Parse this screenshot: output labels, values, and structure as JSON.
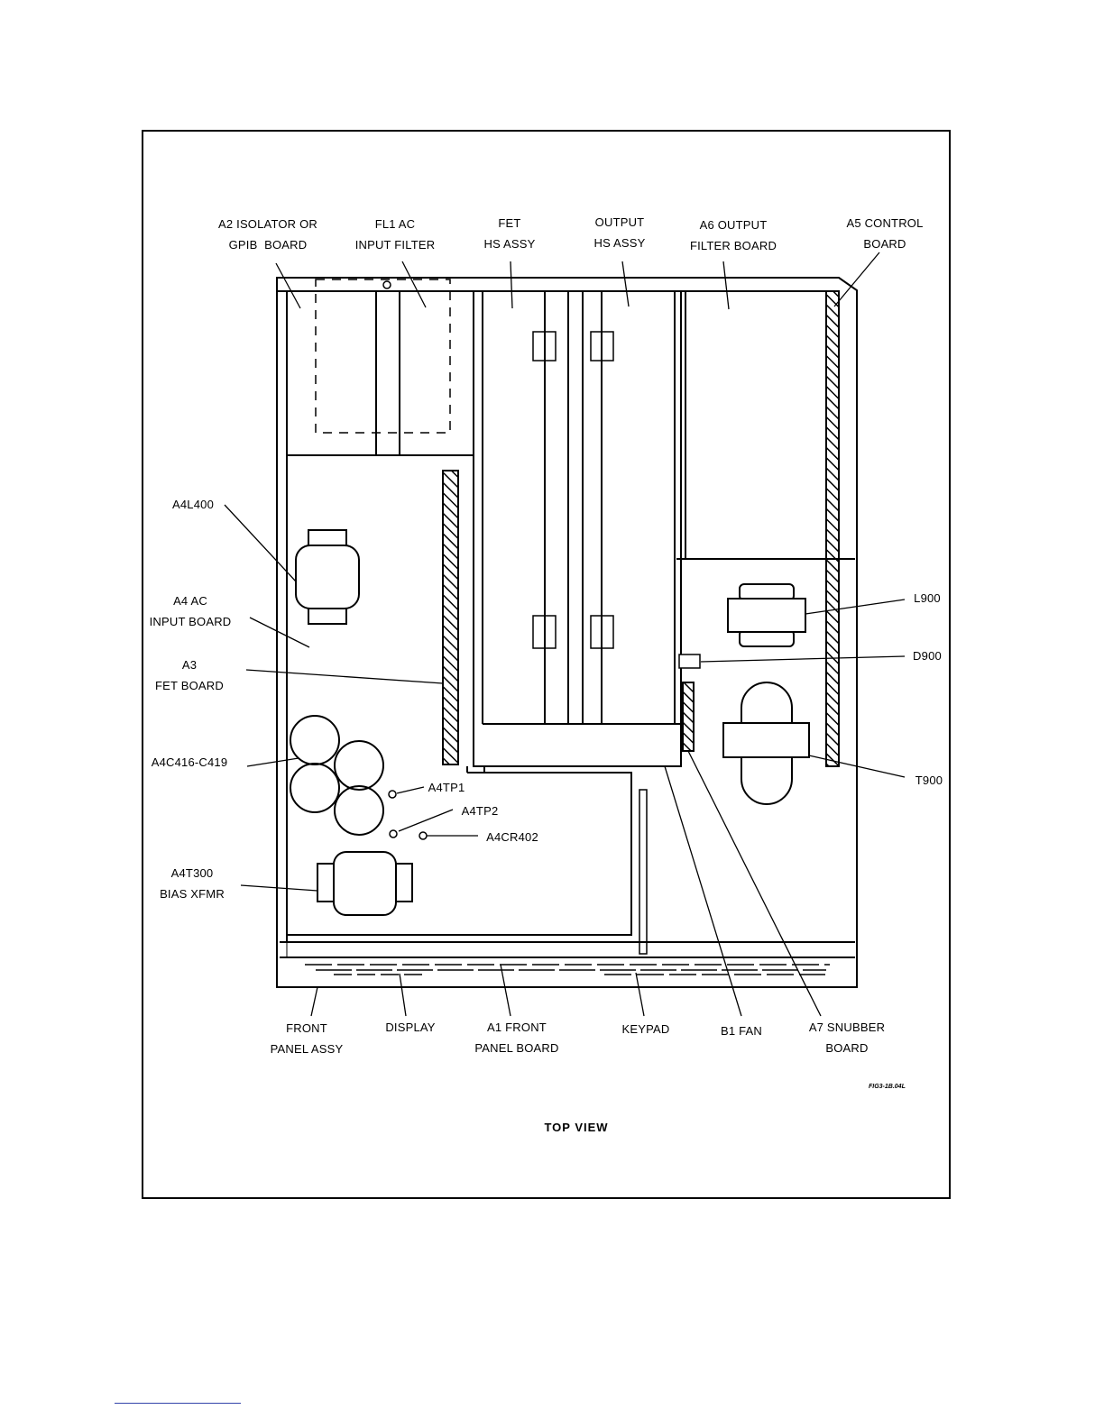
{
  "labels": {
    "a2": "A2 ISOLATOR OR\nGPIB  BOARD",
    "fl1": "FL1 AC\nINPUT FILTER",
    "fet_hs": "FET\nHS ASSY",
    "out_hs": "OUTPUT\nHS ASSY",
    "a6": "A6 OUTPUT\nFILTER BOARD",
    "a5": "A5 CONTROL\nBOARD",
    "a4l400": "A4L400",
    "a4": "A4 AC\nINPUT BOARD",
    "a3": "A3\nFET BOARD",
    "a4c": "A4C416-C419",
    "a4tp1": "A4TP1",
    "a4tp2": "A4TP2",
    "a4cr402": "A4CR402",
    "a4t300": "A4T300\nBIAS XFMR",
    "l900": "L900",
    "d900": "D900",
    "t900": "T900",
    "front": "FRONT\nPANEL ASSY",
    "display": "DISPLAY",
    "a1": "A1 FRONT\nPANEL BOARD",
    "keypad": "KEYPAD",
    "b1": "B1 FAN",
    "a7": "A7 SNUBBER\nBOARD"
  },
  "figure_code": "FIG3-1B.04L",
  "title": "TOP VIEW"
}
